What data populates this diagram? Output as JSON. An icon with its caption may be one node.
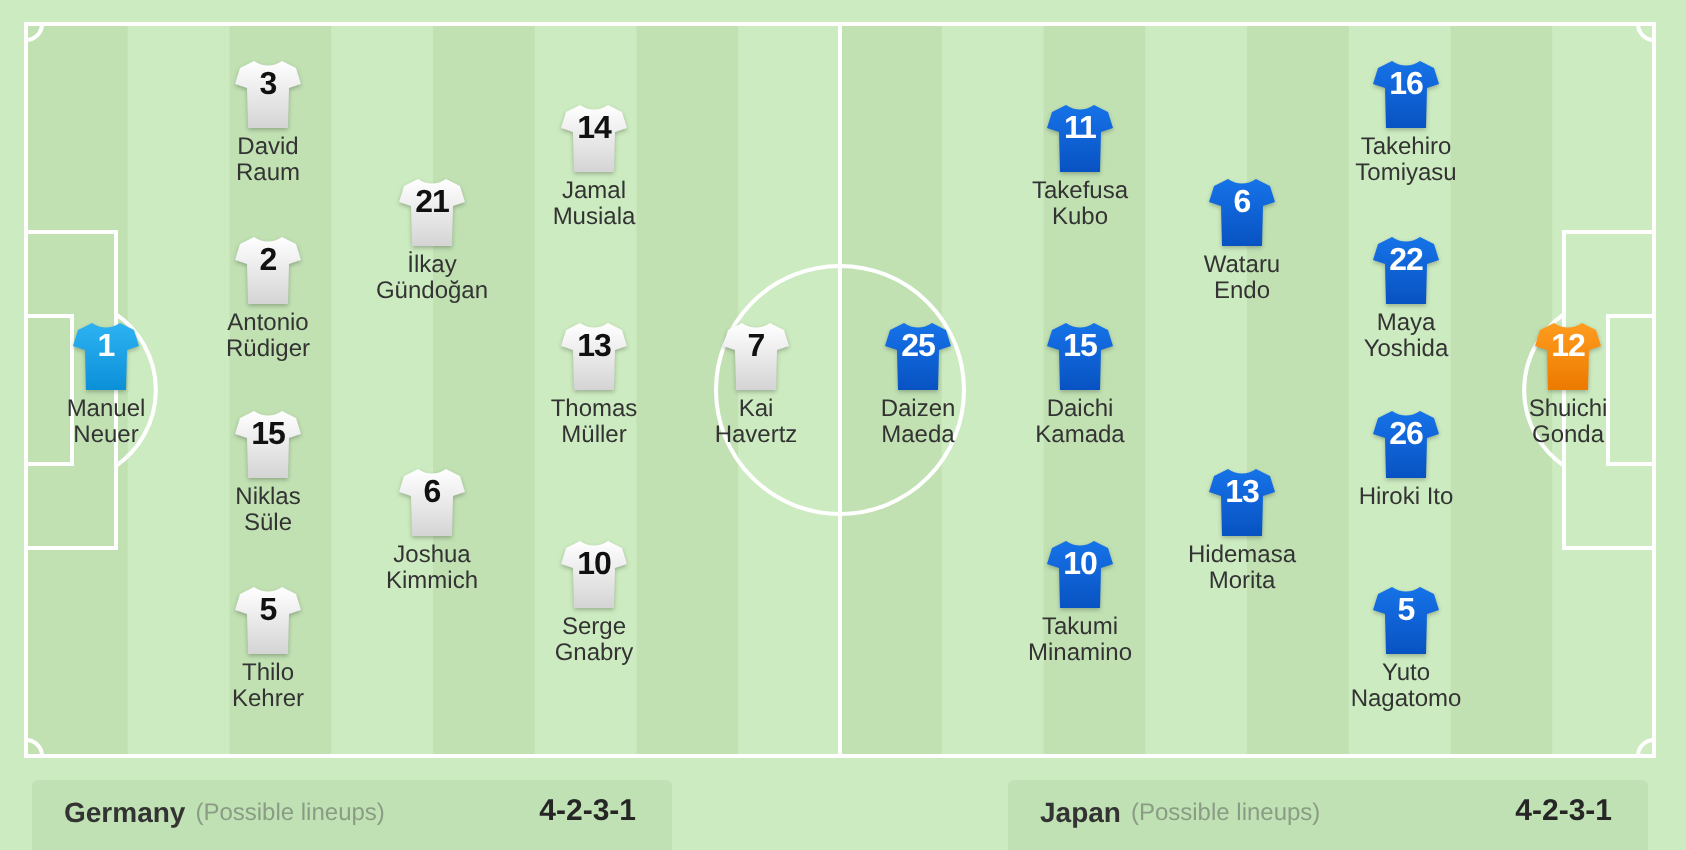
{
  "diagram": {
    "nodes": [
      {
        "text": [
          "1",
          "Manuel Neuer"
        ]
      },
      {
        "text": [
          "3",
          "David Raum"
        ]
      },
      {
        "text": [
          "2",
          "Antonio Rüdiger"
        ]
      },
      {
        "text": [
          "15",
          "Niklas Süle"
        ]
      },
      {
        "text": [
          "5",
          "Thilo Kehrer"
        ]
      },
      {
        "text": [
          "21",
          "İlkay Gündoğan"
        ]
      },
      {
        "text": [
          "6",
          "Joshua Kimmich"
        ]
      },
      {
        "text": [
          "14",
          "Jamal Musiala"
        ]
      },
      {
        "text": [
          "13",
          "Thomas Müller"
        ]
      },
      {
        "text": [
          "10",
          "Serge Gnabry"
        ]
      },
      {
        "text": [
          "7",
          "Kai Havertz"
        ]
      },
      {
        "text": [
          "25",
          "Daizen Maeda"
        ]
      },
      {
        "text": [
          "11",
          "Takefusa Kubo"
        ]
      },
      {
        "text": [
          "15",
          "Daichi Kamada"
        ]
      },
      {
        "text": [
          "10",
          "Takumi Minamino"
        ]
      },
      {
        "text": [
          "6",
          "Wataru Endo"
        ]
      },
      {
        "text": [
          "13",
          "Hidemasa Morita"
        ]
      },
      {
        "text": [
          "16",
          "Takehiro Tomiyasu"
        ]
      },
      {
        "text": [
          "22",
          "Maya Yoshida"
        ]
      },
      {
        "text": [
          "26",
          "Hiroki Ito"
        ]
      },
      {
        "text": [
          "5",
          "Yuto Nagatomo"
        ]
      },
      {
        "text": [
          "12",
          "Shuichi Gonda"
        ]
      },
      {
        "text": [
          "Germany",
          "(Possible lineups)",
          "4-2-3-1"
        ]
      },
      {
        "text": [
          "Japan",
          "(Possible lineups)",
          "4-2-3-1"
        ]
      }
    ]
  }
}
